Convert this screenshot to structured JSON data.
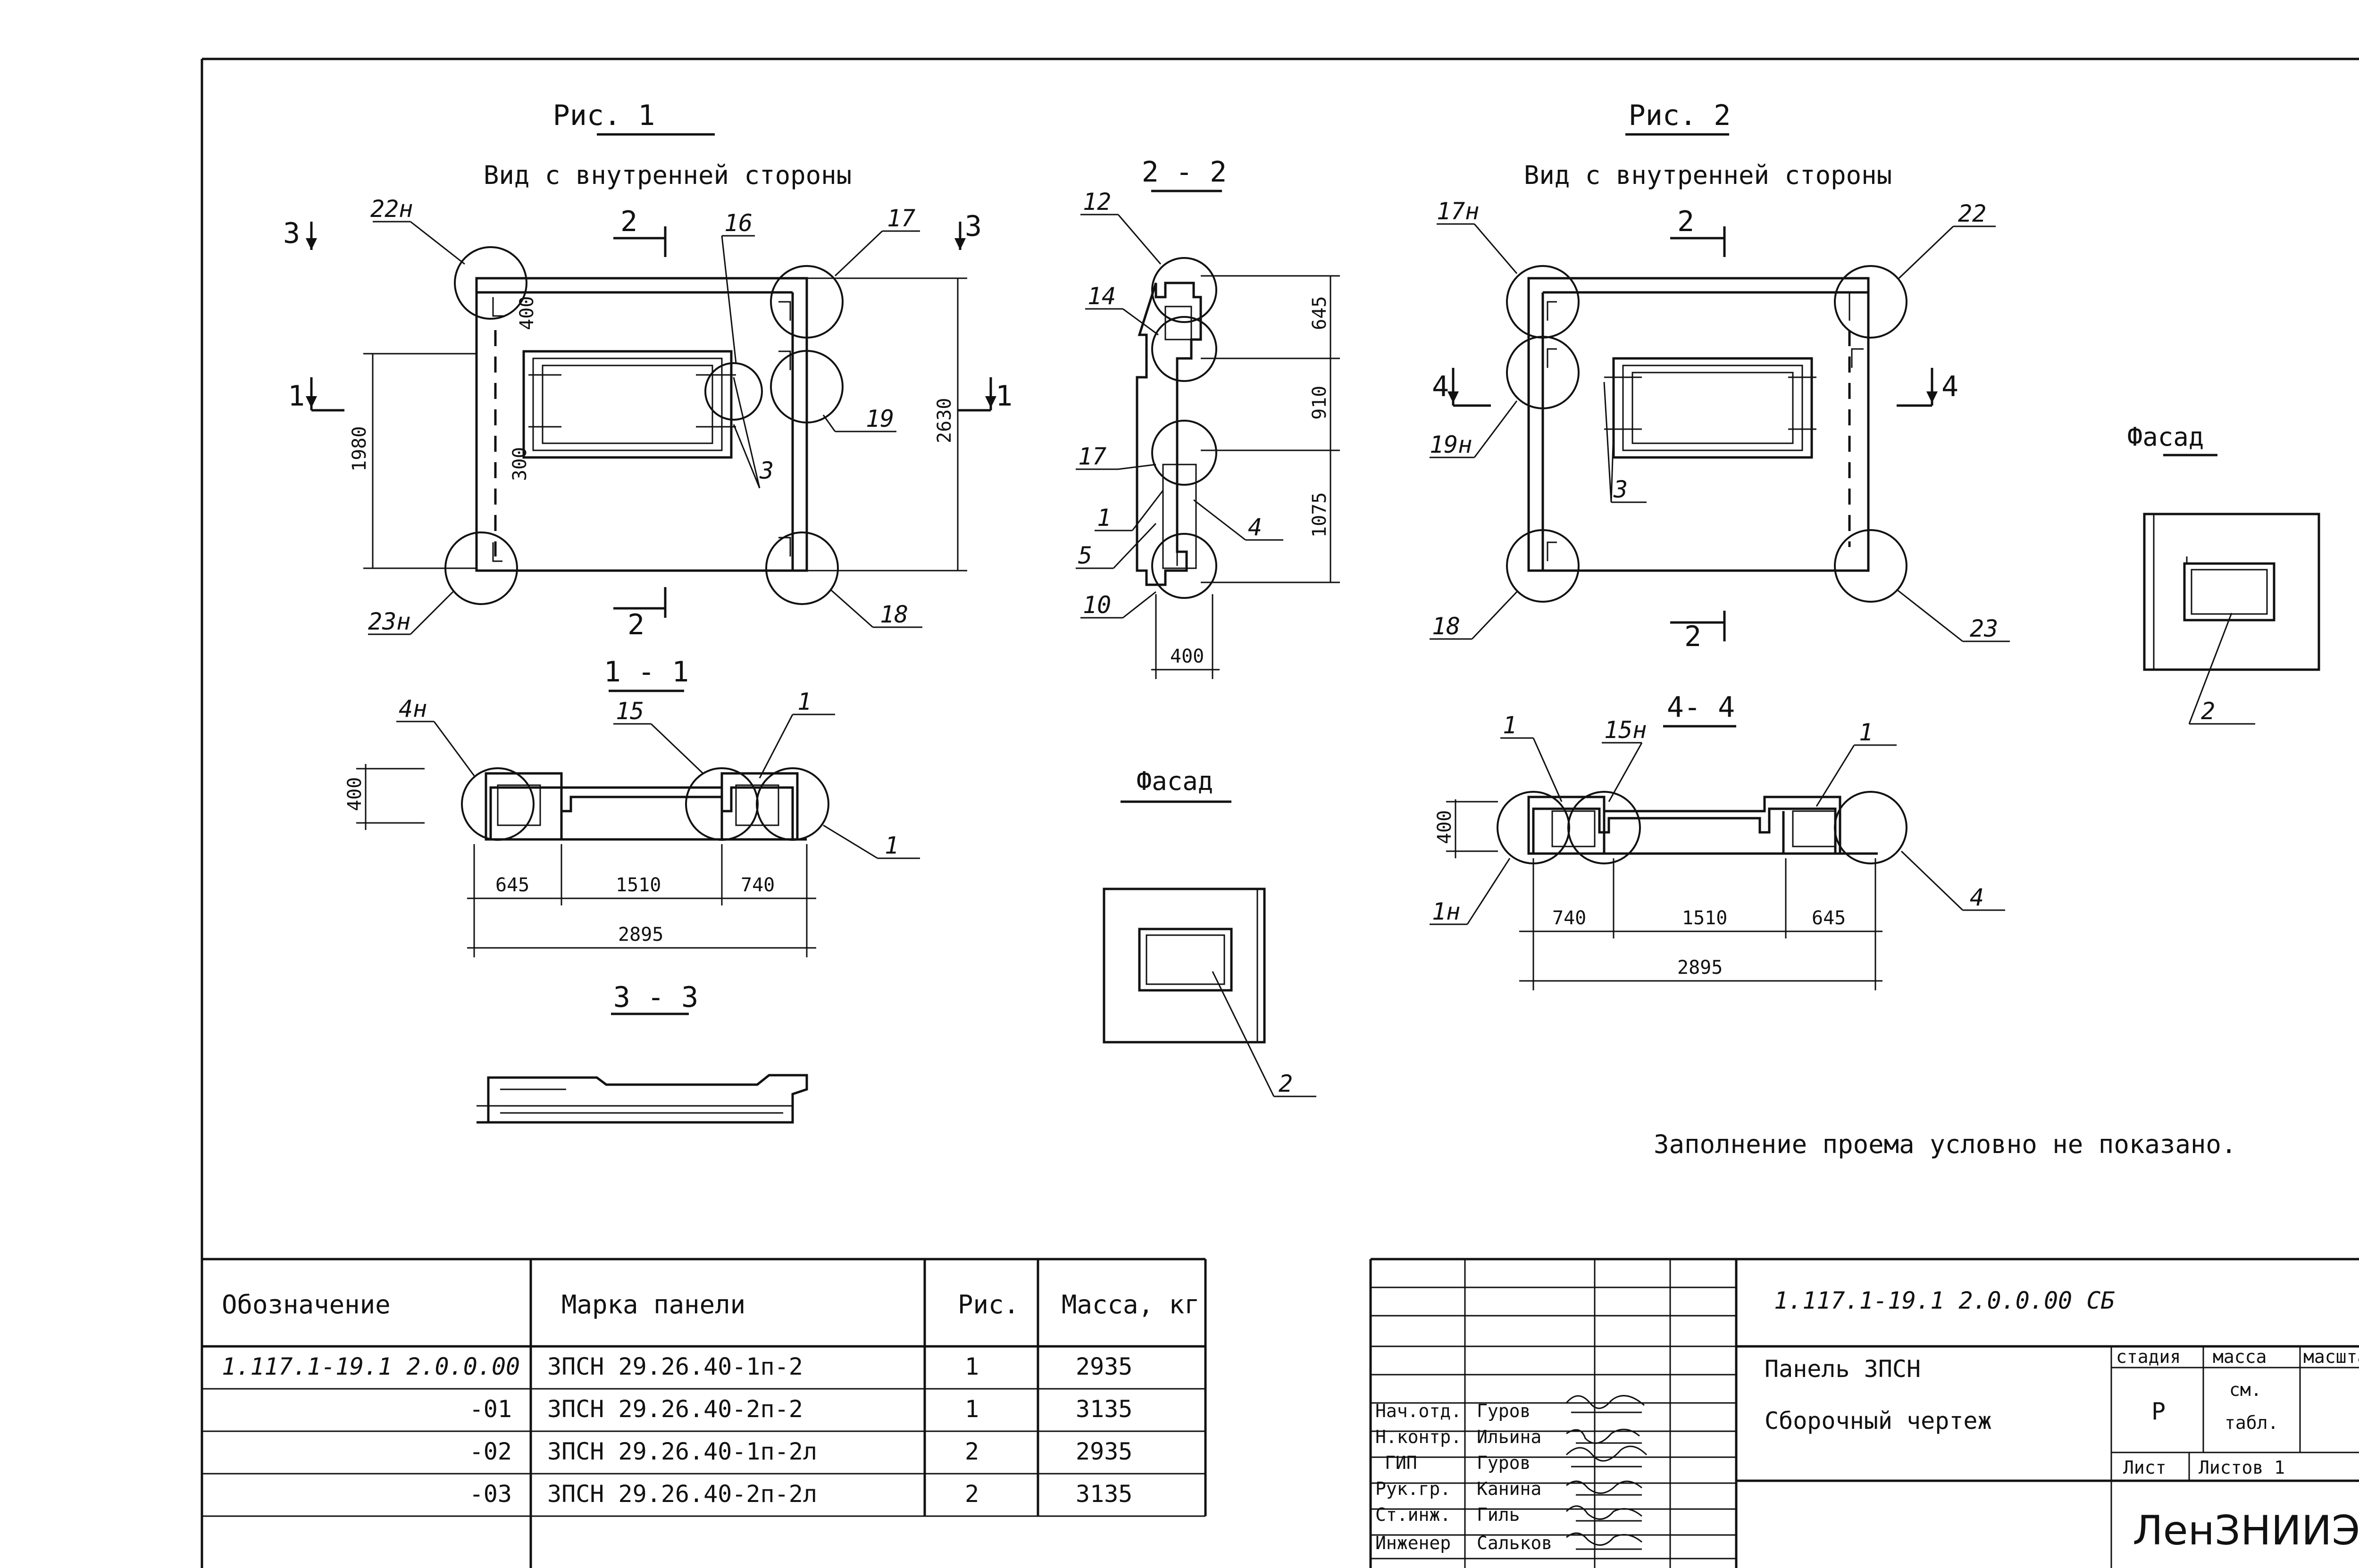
{
  "fig1": {
    "title": "Рис. 1",
    "subtitle": "Вид с внутренней стороны",
    "callouts": [
      "22н",
      "16",
      "17",
      "19",
      "3",
      "23н",
      "18"
    ],
    "section_marks": [
      "3",
      "3",
      "2",
      "2",
      "1",
      "1"
    ],
    "dims": [
      "400",
      "300",
      "1980",
      "2630"
    ]
  },
  "sec22": {
    "title": "2 - 2",
    "callouts": [
      "12",
      "14",
      "17",
      "1",
      "5",
      "10",
      "4"
    ],
    "dims": [
      "645",
      "910",
      "1075",
      "400"
    ]
  },
  "fig2": {
    "title": "Рис. 2",
    "subtitle": "Вид с внутренней стороны",
    "callouts": [
      "17н",
      "22",
      "19н",
      "3",
      "18",
      "23"
    ],
    "section_marks": [
      "2",
      "2",
      "4",
      "4"
    ]
  },
  "facade1": {
    "title": "Фасад",
    "callout": "2"
  },
  "facade2": {
    "title": "Фасад",
    "callout": "2"
  },
  "sec11": {
    "title": "1 - 1",
    "callouts": [
      "4н",
      "15",
      "1",
      "1"
    ],
    "dims": [
      "400",
      "645",
      "1510",
      "740",
      "2895"
    ]
  },
  "sec33": {
    "title": "3 - 3"
  },
  "sec44": {
    "title": "4- 4",
    "callouts": [
      "1",
      "15н",
      "1",
      "1н",
      "4"
    ],
    "dims": [
      "400",
      "740",
      "1510",
      "645",
      "2895"
    ]
  },
  "note": "Заполнение проема условно не показано.",
  "spec_table": {
    "headers": [
      "Обозначение",
      "Марка панели",
      "Рис.",
      "Масса, кг"
    ],
    "rows": [
      [
        "1.117.1-19.1 2.0.0.00",
        "3ПСН 29.26.40-1п-2",
        "1",
        "2935"
      ],
      [
        "-01",
        "3ПСН 29.26.40-2п-2",
        "1",
        "3135"
      ],
      [
        "-02",
        "3ПСН 29.26.40-1п-2л",
        "2",
        "2935"
      ],
      [
        "-03",
        "3ПСН 29.26.40-2п-2л",
        "2",
        "3135"
      ]
    ]
  },
  "title_block": {
    "doc_code": "1.117.1-19.1 2.0.0.00 СБ",
    "name_line1": "Панель 3ПСН",
    "name_line2": "Сборочный чертеж",
    "stage_header": "стадия",
    "mass_header": "масса",
    "scale_header": "масштаб",
    "stage_value": "Р",
    "mass_value_1": "см.",
    "mass_value_2": "табл.",
    "sheet_label": "Лист",
    "sheets_label": "Листов 1",
    "org": "ЛенЗНИИЭП",
    "staff": [
      [
        "Нач.отд.",
        "Гуров"
      ],
      [
        "Н.контр.",
        "Ильина"
      ],
      [
        "ГИП",
        "Гуров"
      ],
      [
        "Рук.гр.",
        "Канина"
      ],
      [
        "Ст.инж.",
        "Гиль"
      ],
      [
        "Инженер",
        "Сальков"
      ]
    ]
  }
}
